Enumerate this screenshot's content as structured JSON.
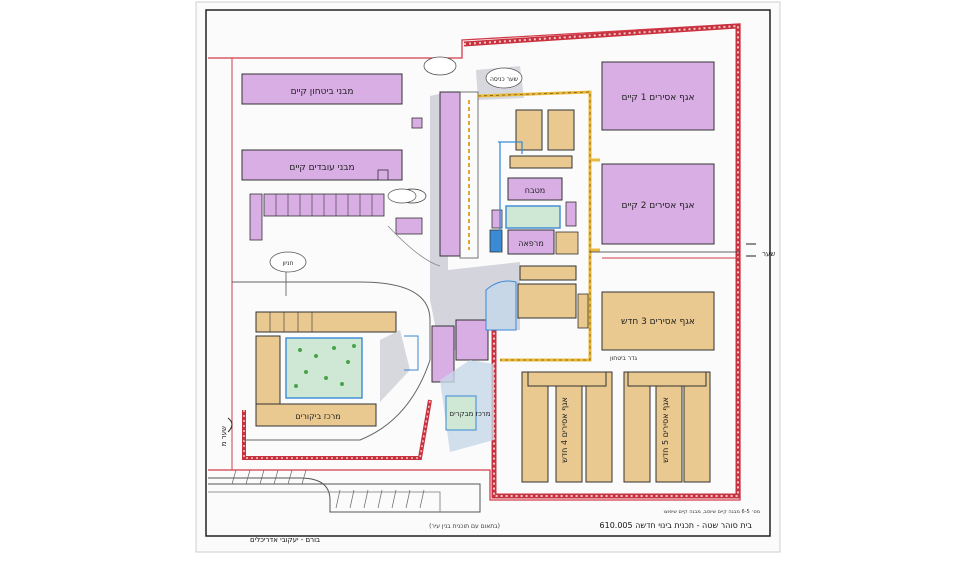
{
  "sheet": {
    "title_line": "בית סוהר שטה - תכנית בינוי חדשה 610.005",
    "title_note": "(בתאום עם תוכנית בנין עיר)",
    "fine_print": "מס׳ 6-5 מבנה קיים שיוסב, מבנה קיים שיפוצו",
    "signature": "בורם - יעקובי אדריכלים"
  },
  "labels": {
    "top_left_upper": "מבני ביטחון קיים",
    "top_left_lower": "מבני עובדים קיים",
    "right_1": "אגף אסירים 1 קיים",
    "right_2": "אגף אסירים 2 קיים",
    "right_3": "אגף אסירים 3 חדש",
    "bottom_right_a": "אגף אסירים 4 חדש",
    "bottom_right_b": "אגף אסירים 5 חדש",
    "bottom_left_wing": "מרכז ביקורים",
    "entrance_gate": "שער כניסה",
    "parking": "חניון",
    "kitchen": "מטבח",
    "clinic": "מרפאה",
    "visit_center": "מרכז מבקרים",
    "security_fence": "גדר ביטחון",
    "west_gate": "שער מ",
    "east_gate": "שער"
  }
}
